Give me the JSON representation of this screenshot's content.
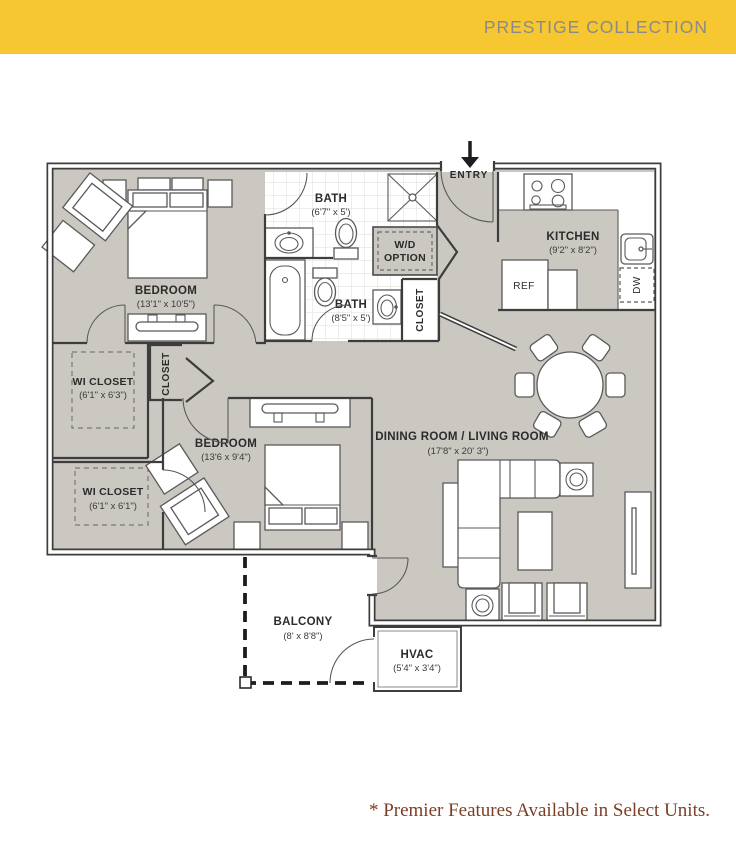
{
  "header": {
    "title": "PRESTIGE COLLECTION"
  },
  "footer": {
    "note": "* Premier Features Available in Select Units."
  },
  "colors": {
    "banner": "#F6C730",
    "banner_text": "#8A8A8A",
    "floor": "#CBC8C2",
    "wall": "#3D3D3D",
    "note_text": "#7C3E24"
  },
  "plan": {
    "entry_label": "ENTRY",
    "bedroom1": {
      "name": "BEDROOM",
      "dims": "(13'1\" x 10'5\")"
    },
    "bedroom2": {
      "name": "BEDROOM",
      "dims": "(13'6 x 9'4\")"
    },
    "bath1": {
      "name": "BATH",
      "dims": "(6'7\" x 5')"
    },
    "bath2": {
      "name": "BATH",
      "dims": "(8'5\" x 5')"
    },
    "wd_option": {
      "line1": "W/D",
      "line2": "OPTION"
    },
    "closet_hall": "CLOSET",
    "closet_bath": "CLOSET",
    "wi_closet1": {
      "name": "WI CLOSET",
      "dims": "(6'1\" x 6'3\")"
    },
    "wi_closet2": {
      "name": "WI CLOSET",
      "dims": "(6'1\" x 6'1\")"
    },
    "kitchen": {
      "name": "KITCHEN",
      "dims": "(9'2\" x 8'2\")"
    },
    "living": {
      "name": "DINING ROOM / LIVING ROOM",
      "dims": "(17'8\" x 20' 3\")"
    },
    "balcony": {
      "name": "BALCONY",
      "dims": "(8' x 8'8\")"
    },
    "hvac": {
      "name": "HVAC",
      "dims": "(5'4\" x 3'4\")"
    },
    "ref_label": "REF",
    "dw_label": "DW"
  }
}
